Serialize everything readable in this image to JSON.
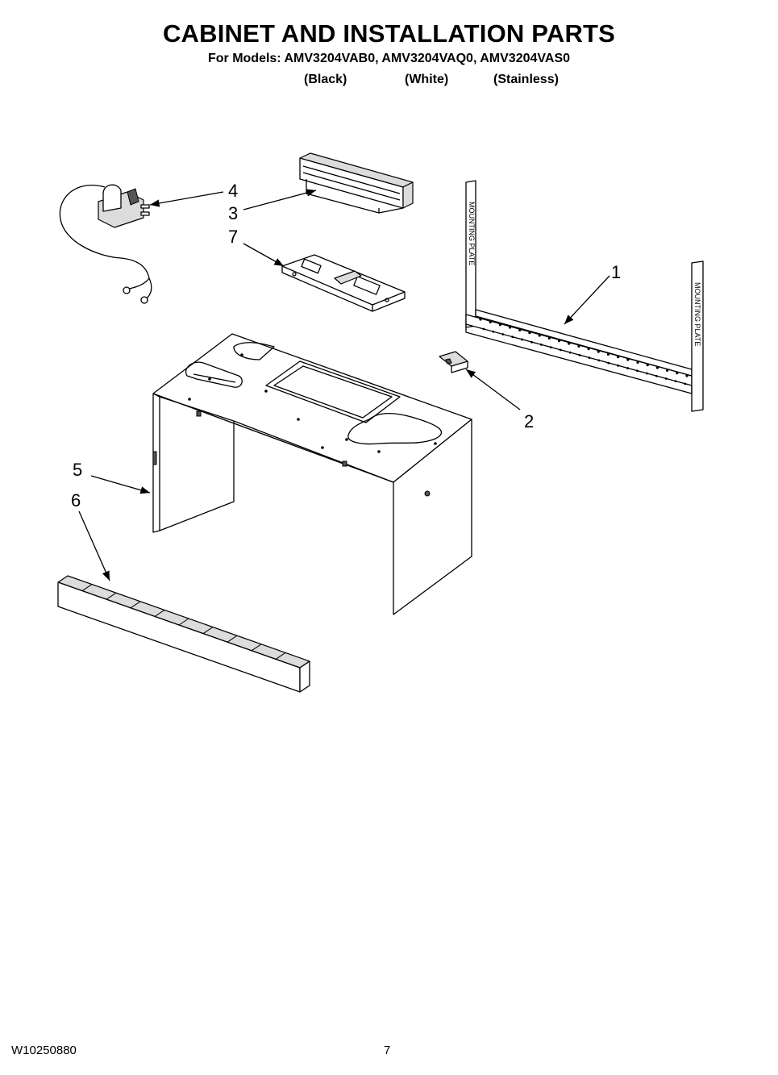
{
  "header": {
    "title": "CABINET AND INSTALLATION PARTS",
    "models_line": "For Models: AMV3204VAB0, AMV3204VAQ0, AMV3204VAS0",
    "variants": [
      "(Black)",
      "(White)",
      "(Stainless)"
    ]
  },
  "callouts": [
    {
      "id": "1",
      "label": "1"
    },
    {
      "id": "2",
      "label": "2"
    },
    {
      "id": "3",
      "label": "3"
    },
    {
      "id": "4",
      "label": "4"
    },
    {
      "id": "5",
      "label": "5"
    },
    {
      "id": "6",
      "label": "6"
    },
    {
      "id": "7",
      "label": "7"
    }
  ],
  "parts": {
    "mounting_plate_text": "MOUNTING PLATE"
  },
  "footer": {
    "doc_number": "W10250880",
    "page_number": "7"
  }
}
